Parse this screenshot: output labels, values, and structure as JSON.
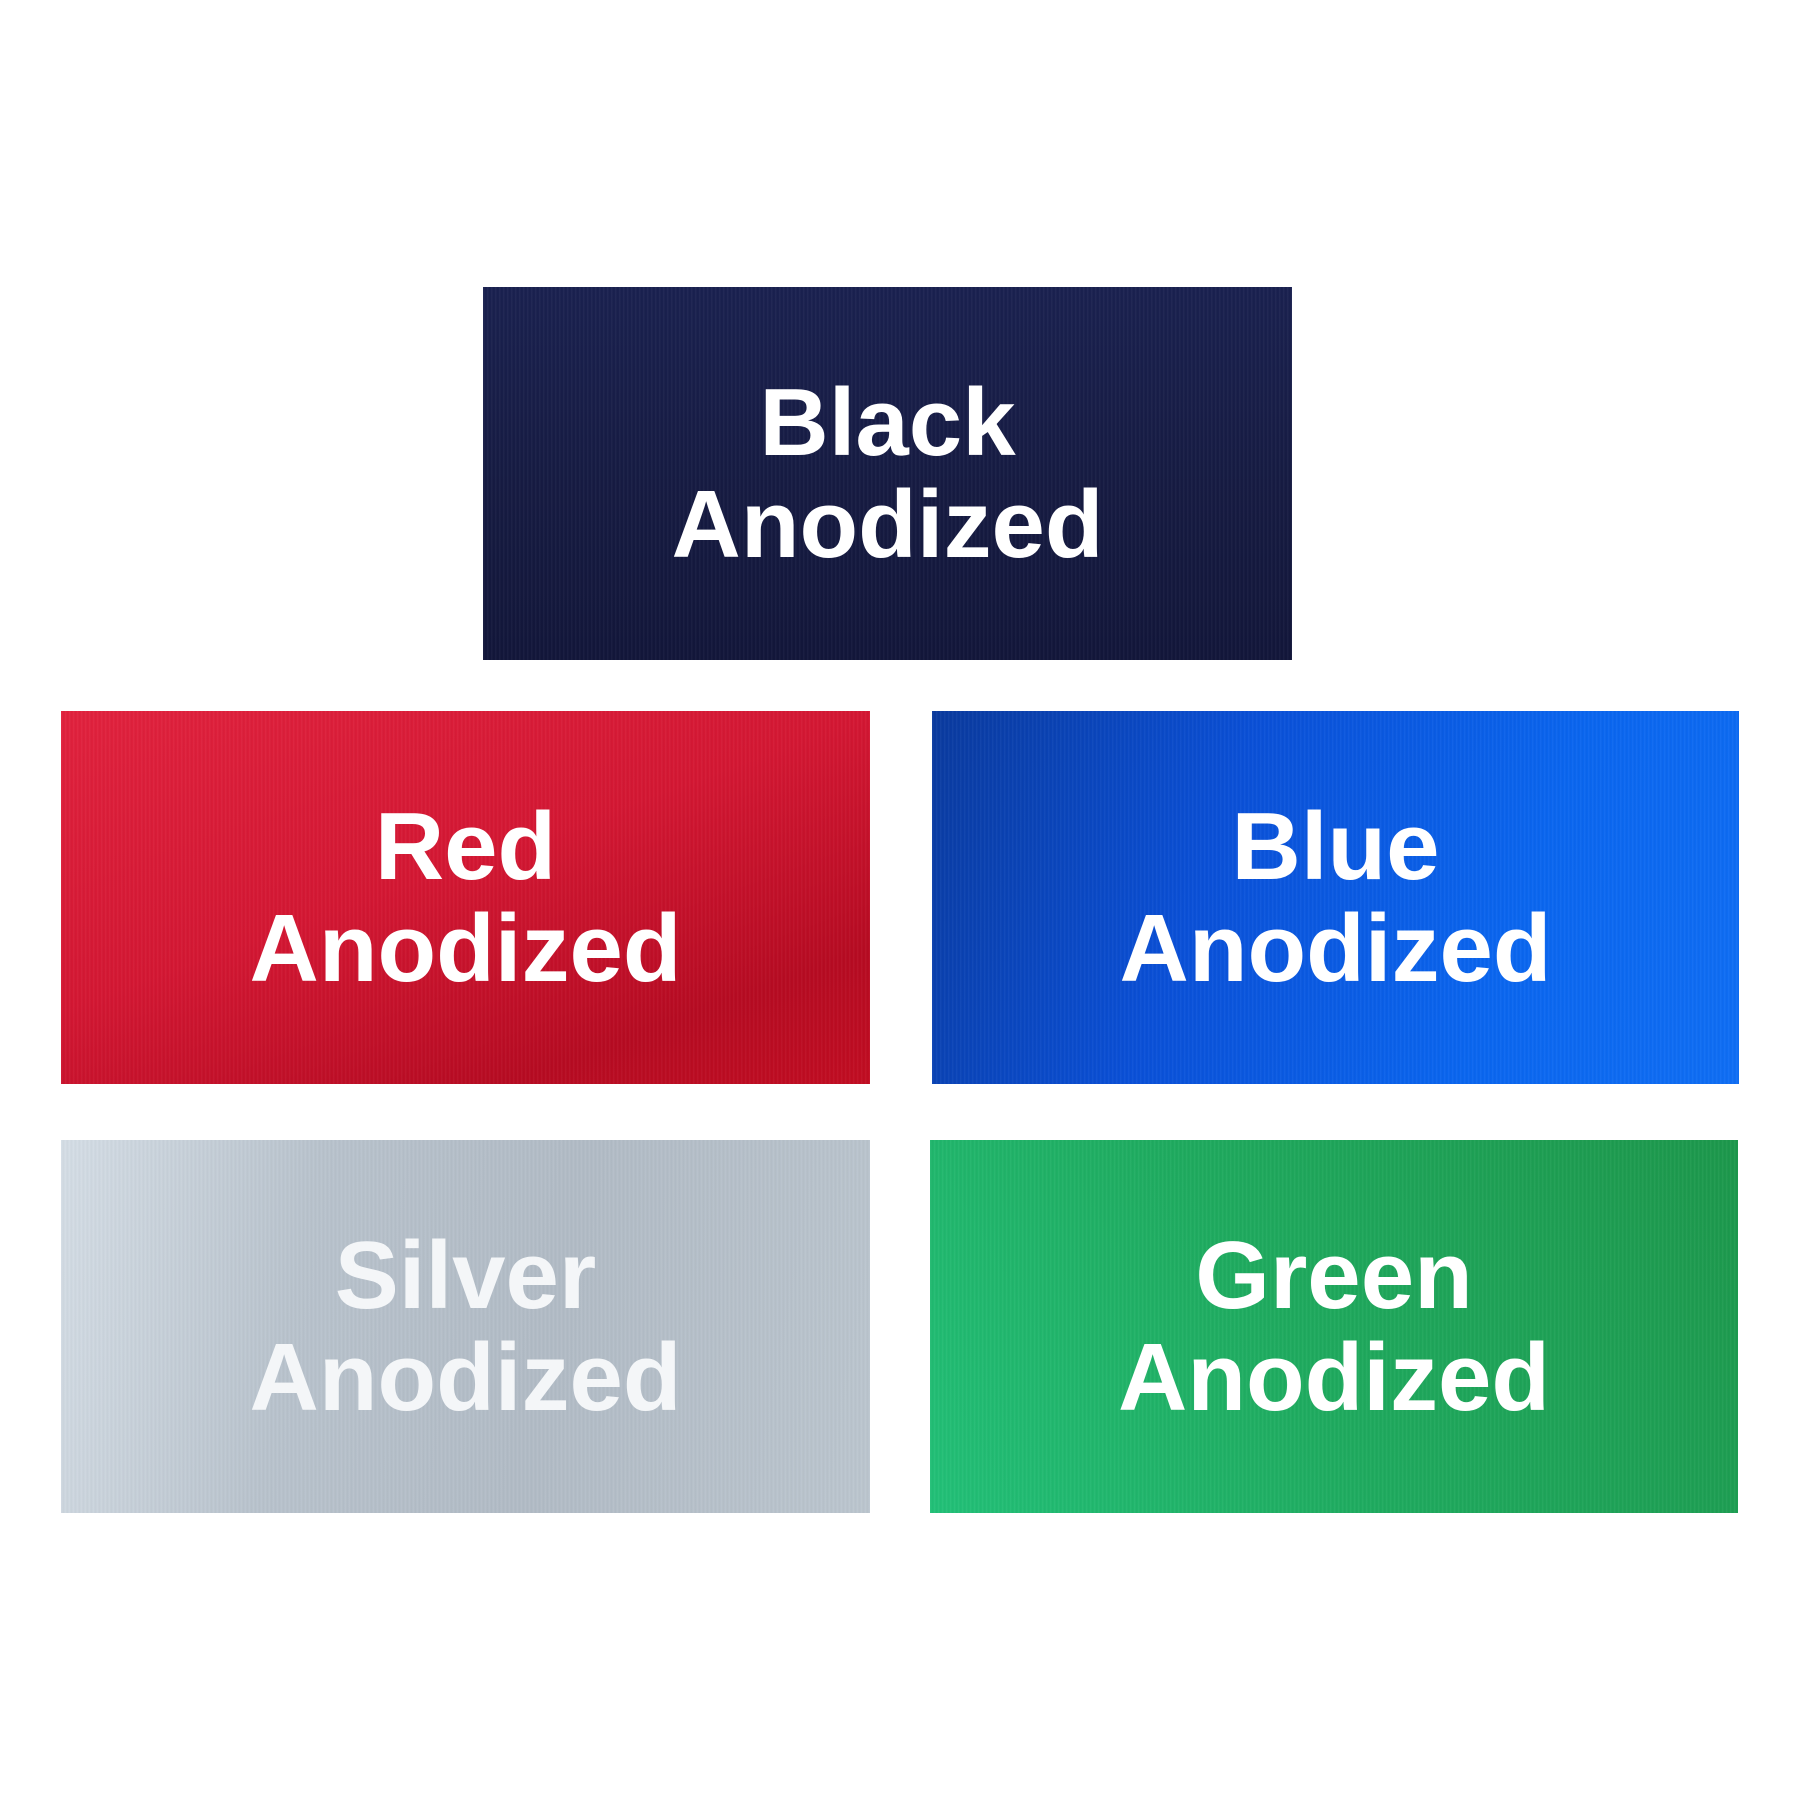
{
  "swatches": [
    {
      "id": "black",
      "line1": "Black",
      "line2": "Anodized",
      "color": "#161b42"
    },
    {
      "id": "red",
      "line1": "Red",
      "line2": "Anodized",
      "color": "#d41733"
    },
    {
      "id": "blue",
      "line1": "Blue",
      "line2": "Anodized",
      "color": "#0a5ae6"
    },
    {
      "id": "silver",
      "line1": "Silver",
      "line2": "Anodized",
      "color": "#b9c3cd"
    },
    {
      "id": "green",
      "line1": "Green",
      "line2": "Anodized",
      "color": "#1fab5f"
    }
  ]
}
